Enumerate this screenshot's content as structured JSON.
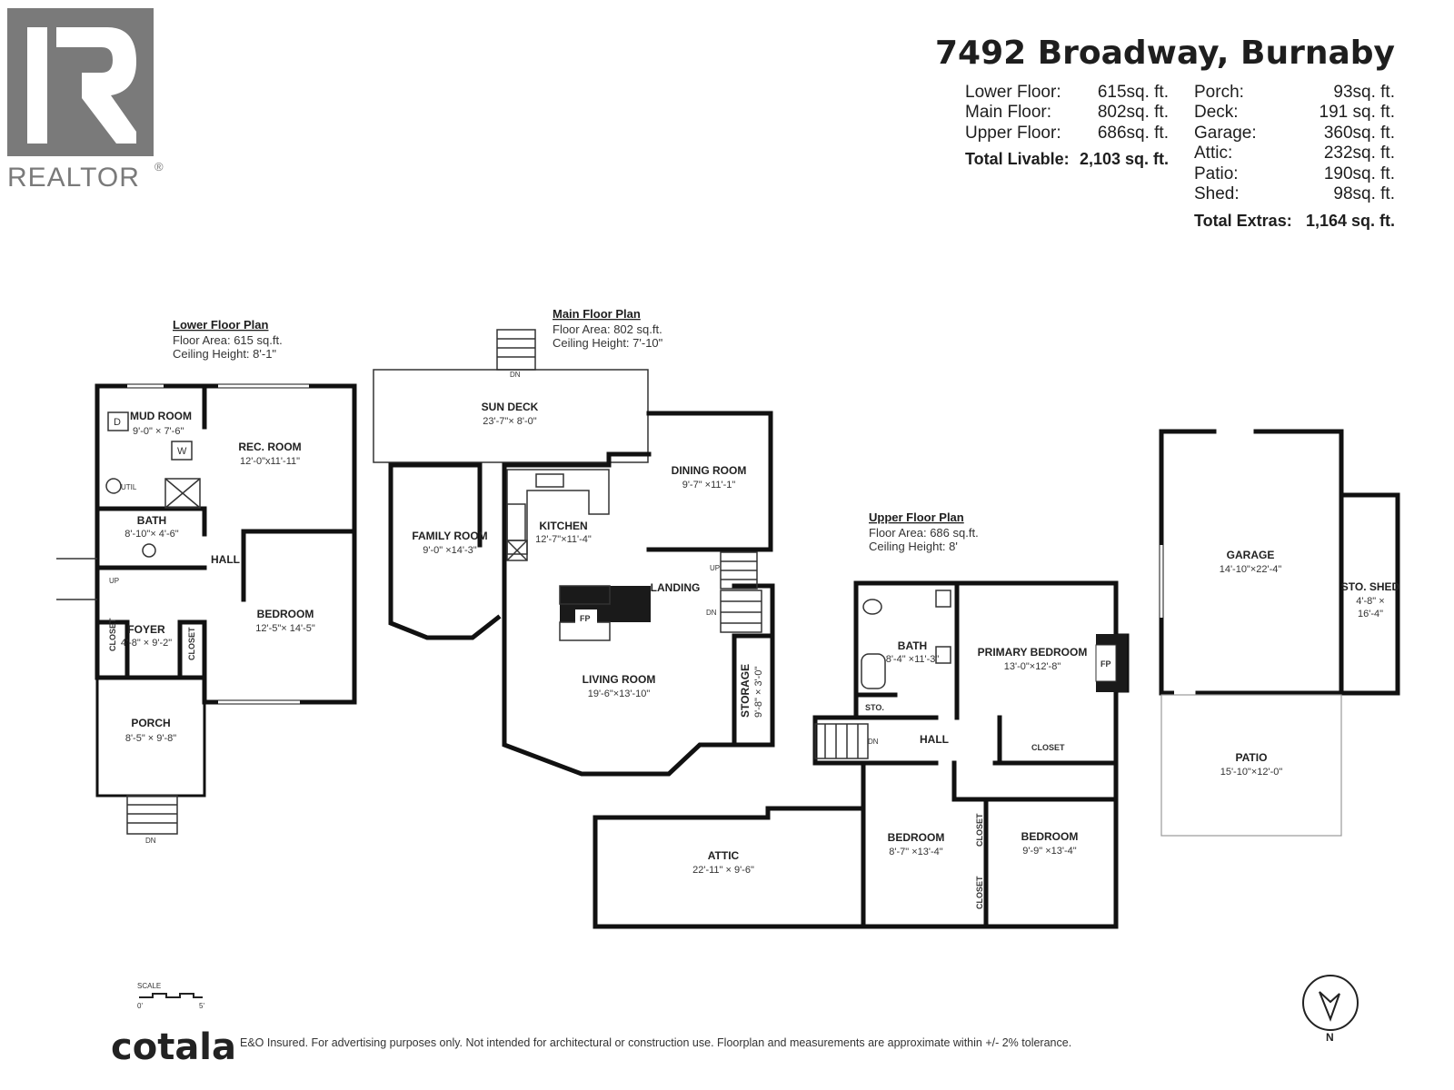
{
  "header": {
    "address": "7492 Broadway, Burnaby",
    "areas_left": [
      {
        "label": "Lower Floor:",
        "value": "615sq. ft."
      },
      {
        "label": "Main Floor:",
        "value": "802sq. ft."
      },
      {
        "label": "Upper Floor:",
        "value": "686sq. ft."
      }
    ],
    "total_livable": {
      "label": "Total Livable:",
      "value": "2,103 sq. ft."
    },
    "areas_right": [
      {
        "label": "Porch:",
        "value": "93sq. ft."
      },
      {
        "label": "Deck:",
        "value": "191 sq. ft."
      },
      {
        "label": "Garage:",
        "value": "360sq. ft."
      },
      {
        "label": "Attic:",
        "value": "232sq. ft."
      },
      {
        "label": "Patio:",
        "value": "190sq. ft."
      },
      {
        "label": "Shed:",
        "value": "98sq. ft."
      }
    ],
    "total_extras": {
      "label": "Total Extras:",
      "value": "1,164 sq. ft."
    }
  },
  "logo": {
    "text": "REALTOR",
    "mark": "®",
    "color": "#7a7a7a"
  },
  "plans": {
    "lower": {
      "title": "Lower Floor Plan",
      "area": "Floor Area: 615 sq.ft.",
      "ceiling": "Ceiling Height: 8'-1\""
    },
    "main": {
      "title": "Main Floor Plan",
      "area": "Floor Area: 802 sq.ft.",
      "ceiling": "Ceiling Height: 7'-10\""
    },
    "upper": {
      "title": "Upper Floor Plan",
      "area": "Floor Area: 686 sq.ft.",
      "ceiling": "Ceiling Height: 8'"
    }
  },
  "rooms": {
    "mud_room": {
      "name": "MUD ROOM",
      "dim": "9'-0\" × 7'-6\""
    },
    "rec_room": {
      "name": "REC. ROOM",
      "dim": "12'-0\"x11'-11\""
    },
    "bath_lower": {
      "name": "BATH",
      "dim": "8'-10\"× 4'-6\""
    },
    "hall_lower": {
      "name": "HALL"
    },
    "bedroom_lower": {
      "name": "BEDROOM",
      "dim": "12'-5\"× 14'-5\""
    },
    "foyer": {
      "name": "FOYER",
      "dim": "4'-8\" × 9'-2\""
    },
    "porch": {
      "name": "PORCH",
      "dim": "8'-5\" × 9'-8\""
    },
    "sun_deck": {
      "name": "SUN DECK",
      "dim": "23'-7\"× 8'-0\""
    },
    "dining_room": {
      "name": "DINING ROOM",
      "dim": "9'-7\" ×11'-1\""
    },
    "family_room": {
      "name": "FAMILY ROOM",
      "dim": "9'-0\" ×14'-3\""
    },
    "kitchen": {
      "name": "KITCHEN",
      "dim": "12'-7\"×11'-4\""
    },
    "landing": {
      "name": "LANDING"
    },
    "living_room": {
      "name": "LIVING ROOM",
      "dim": "19'-6\"×13'-10\""
    },
    "storage": {
      "name": "STORAGE",
      "dim": "9'-8\" × 3'-0\""
    },
    "bath_upper": {
      "name": "BATH",
      "dim": "8'-4\" ×11'-3\""
    },
    "primary_bedroom": {
      "name": "PRIMARY BEDROOM",
      "dim": "13'-0\"×12'-8\""
    },
    "sto": {
      "name": "STO."
    },
    "hall_upper": {
      "name": "HALL"
    },
    "bedroom_2": {
      "name": "BEDROOM",
      "dim": "8'-7\" ×13'-4\""
    },
    "bedroom_3": {
      "name": "BEDROOM",
      "dim": "9'-9\" ×13'-4\""
    },
    "attic": {
      "name": "ATTIC",
      "dim": "22'-11\" × 9'-6\""
    },
    "garage": {
      "name": "GARAGE",
      "dim": "14'-10\"×22'-4\""
    },
    "sto_shed": {
      "name": "STO. SHED",
      "dim1": "4'-8\" ×",
      "dim2": "16'-4\""
    },
    "patio": {
      "name": "PATIO",
      "dim": "15'-10\"×12'-0\""
    }
  },
  "labels": {
    "closet": "CLOSET",
    "fp": "FP",
    "up": "UP",
    "dn": "DN",
    "d": "D",
    "w": "W",
    "util": "UTIL"
  },
  "scale": {
    "label": "SCALE",
    "start": "0'",
    "end": "5'"
  },
  "compass": {
    "letter": "N"
  },
  "footer": {
    "brand": "cotala",
    "disclaimer": "E&O Insured. For advertising purposes only. Not intended for architectural or construction use. Floorplan and measurements are approximate within +/- 2% tolerance."
  }
}
